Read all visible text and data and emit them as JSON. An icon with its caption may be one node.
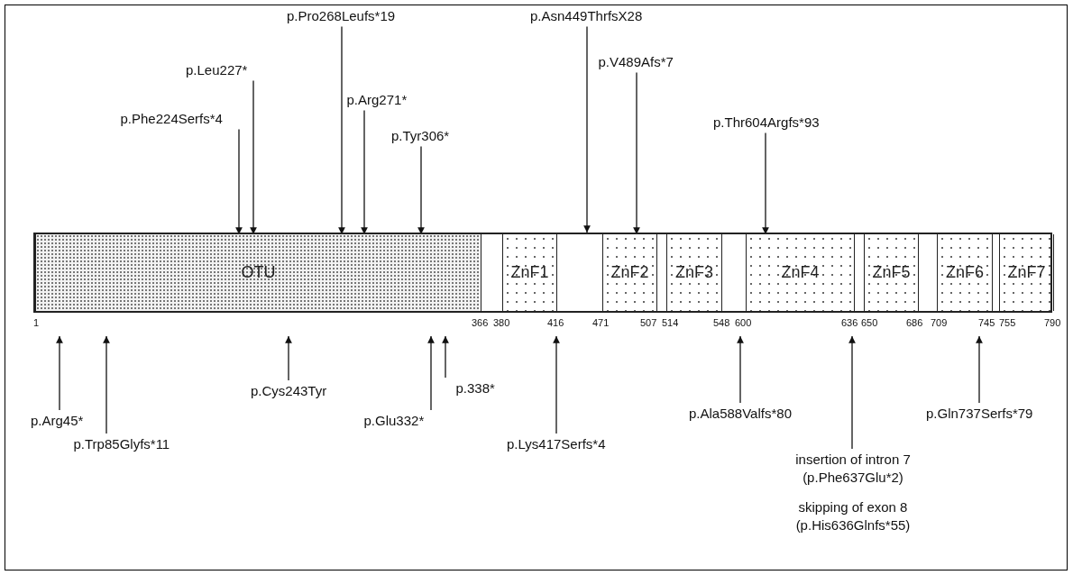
{
  "diagram": {
    "nodes": [
      {
        "text": [],
        "shape": "bar"
      },
      {
        "text": [
          "OTU"
        ],
        "in": 0
      },
      {
        "text": [
          "ZnF1"
        ],
        "in": 0
      },
      {
        "text": [
          "ZnF2"
        ],
        "in": 0
      },
      {
        "text": [
          "ZnF3"
        ],
        "in": 0
      },
      {
        "text": [
          "ZnF4"
        ],
        "in": 0
      },
      {
        "text": [
          "ZnF5"
        ],
        "in": 0
      },
      {
        "text": [
          "ZnF6"
        ],
        "in": 0
      },
      {
        "text": [
          "ZnF7"
        ],
        "in": 0
      },
      {
        "text": [
          "p.Pro268Leufs*19"
        ]
      },
      {
        "text": [
          "p.Asn449ThrfsX28"
        ]
      },
      {
        "text": [
          "p.V489Afs*7"
        ]
      },
      {
        "text": [
          "p.Leu227*"
        ]
      },
      {
        "text": [
          "p.Arg271*"
        ]
      },
      {
        "text": [
          "p.Phe224Serfs*4"
        ]
      },
      {
        "text": [
          "p.Thr604Argfs*93"
        ]
      },
      {
        "text": [
          "p.Tyr306*"
        ]
      },
      {
        "text": [
          "p.Cys243Tyr"
        ]
      },
      {
        "text": [
          "p.338*"
        ]
      },
      {
        "text": [
          "p.Ala588Valfs*80"
        ]
      },
      {
        "text": [
          "p.Gln737Serfs*79"
        ]
      },
      {
        "text": [
          "p.Arg45*"
        ]
      },
      {
        "text": [
          "p.Glu332*"
        ]
      },
      {
        "text": [
          "p.Trp85Glyfs*11"
        ]
      },
      {
        "text": [
          "p.Lys417Serfs*4"
        ]
      },
      {
        "text": [
          "insertion of intron 7 (p.Phe637Glu*2)",
          "skipping of exon 8 (p.His636Glnfs*55)"
        ]
      }
    ],
    "edges": [
      {
        "from": 9,
        "to": 1,
        "arrow": "to"
      },
      {
        "from": 10,
        "to": 0,
        "arrow": "to"
      },
      {
        "from": 11,
        "to": 3,
        "arrow": "to"
      },
      {
        "from": 12,
        "to": 1,
        "arrow": "to"
      },
      {
        "from": 13,
        "to": 1,
        "arrow": "to"
      },
      {
        "from": 14,
        "to": 1,
        "arrow": "to"
      },
      {
        "from": 15,
        "to": 5,
        "arrow": "to"
      },
      {
        "from": 16,
        "to": 1,
        "arrow": "to"
      },
      {
        "from": 17,
        "to": 1,
        "arrow": "to"
      },
      {
        "from": 18,
        "to": 1,
        "arrow": "to"
      },
      {
        "from": 19,
        "to": 0,
        "arrow": "to"
      },
      {
        "from": 20,
        "to": 7,
        "arrow": "to"
      },
      {
        "from": 21,
        "to": 1,
        "arrow": "to"
      },
      {
        "from": 22,
        "to": 1,
        "arrow": "to"
      },
      {
        "from": 23,
        "to": 1,
        "arrow": "to"
      },
      {
        "from": 24,
        "to": 0,
        "arrow": "to"
      },
      {
        "from": 25,
        "to": 0,
        "arrow": "to"
      }
    ],
    "labels": [
      "1",
      "366",
      "380",
      "416",
      "471",
      "507",
      "514",
      "548",
      "600",
      "636",
      "650",
      "686",
      "709",
      "745",
      "755",
      "790"
    ]
  }
}
